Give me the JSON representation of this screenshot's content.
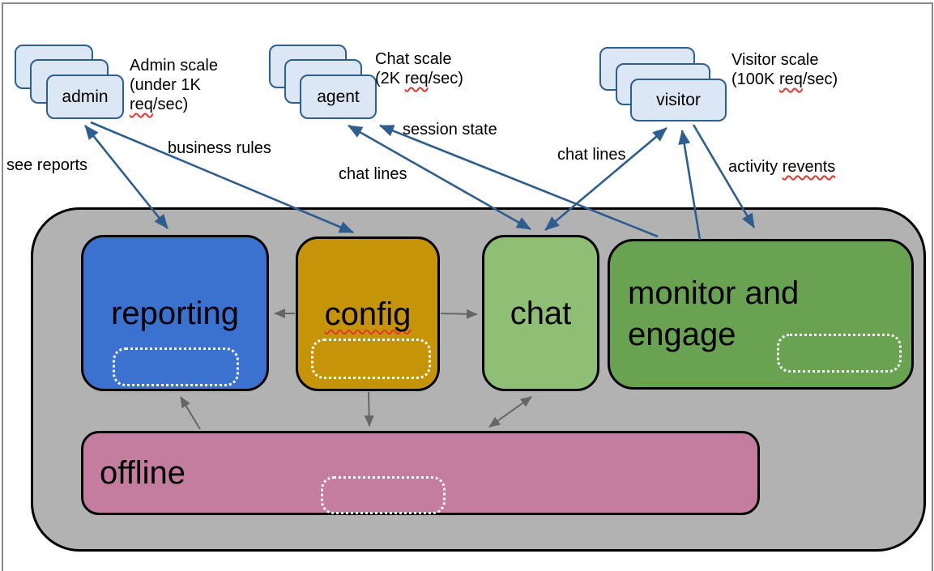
{
  "diagram": {
    "actors": {
      "admin": {
        "name": "admin",
        "scale_note": [
          [
            {
              "t": "Admin scale"
            }
          ],
          [
            {
              "t": "(under 1K"
            }
          ],
          [
            {
              "t": "req",
              "sq": true
            },
            {
              "t": "/sec)"
            }
          ]
        ]
      },
      "agent": {
        "name": "agent",
        "scale_note": [
          [
            {
              "t": "Chat scale"
            }
          ],
          [
            {
              "t": "(2K "
            },
            {
              "t": "req",
              "sq": true
            },
            {
              "t": "/sec)"
            }
          ]
        ]
      },
      "visitor": {
        "name": "visitor",
        "scale_note": [
          [
            {
              "t": "Visitor scale"
            }
          ],
          [
            {
              "t": "(100K "
            },
            {
              "t": "req",
              "sq": true
            },
            {
              "t": "/sec)"
            }
          ]
        ]
      }
    },
    "modules": {
      "reporting": {
        "label": "reporting"
      },
      "config": {
        "label_segs": [
          {
            "t": "config",
            "sq": true
          }
        ]
      },
      "chat": {
        "label": "chat"
      },
      "monitor": {
        "label_lines": [
          [
            {
              "t": "monitor and"
            }
          ],
          [
            {
              "t": "engage"
            }
          ]
        ]
      },
      "offline": {
        "label": "offline"
      }
    },
    "edge_labels": {
      "see_reports": {
        "segs": [
          {
            "t": "see reports"
          }
        ]
      },
      "business_rules": {
        "segs": [
          {
            "t": "business rules"
          }
        ]
      },
      "session_state": {
        "segs": [
          {
            "t": "session state"
          }
        ]
      },
      "chat_lines_agent": {
        "segs": [
          {
            "t": "chat lines"
          }
        ]
      },
      "chat_lines_visitor": {
        "segs": [
          {
            "t": "chat lines"
          }
        ]
      },
      "activity_events": {
        "segs": [
          {
            "t": "activity "
          },
          {
            "t": "revents",
            "sq": true
          }
        ]
      }
    },
    "edges": [
      {
        "from": "reporting",
        "to": "admin",
        "arrows": "both",
        "color": "blue",
        "label": "see reports"
      },
      {
        "from": "admin",
        "to": "config",
        "arrows": "end",
        "color": "blue",
        "label": "business rules"
      },
      {
        "from": "chat",
        "to": "agent",
        "arrows": "both",
        "color": "blue",
        "label": "chat lines"
      },
      {
        "from": "monitor",
        "to": "agent",
        "arrows": "end",
        "color": "blue",
        "label": "session state"
      },
      {
        "from": "chat",
        "to": "visitor",
        "arrows": "both",
        "color": "blue",
        "label": "chat lines"
      },
      {
        "from": "monitor",
        "to": "visitor",
        "arrows": "end",
        "color": "blue",
        "label": "activity revents"
      },
      {
        "from": "visitor",
        "to": "monitor",
        "arrows": "end",
        "color": "blue",
        "label": "activity revents"
      },
      {
        "from": "config",
        "to": "reporting",
        "arrows": "end",
        "color": "gray"
      },
      {
        "from": "config",
        "to": "chat",
        "arrows": "end",
        "color": "gray"
      },
      {
        "from": "config",
        "to": "offline",
        "arrows": "end",
        "color": "gray"
      },
      {
        "from": "offline",
        "to": "reporting",
        "arrows": "end",
        "color": "gray"
      },
      {
        "from": "chat",
        "to": "offline",
        "arrows": "both",
        "color": "gray"
      }
    ],
    "colors": {
      "platform": "#b2b2b2",
      "reporting": "#3c72cf",
      "config": "#c69408",
      "chat": "#8ebf75",
      "monitor": "#69a351",
      "offline": "#c47d9e",
      "actor_card": "#dce7f5",
      "actor_border": "#2c5f92",
      "arrow_blue": "#2e5e8f",
      "arrow_gray": "#666666",
      "squiggle": "#e0392f"
    }
  }
}
